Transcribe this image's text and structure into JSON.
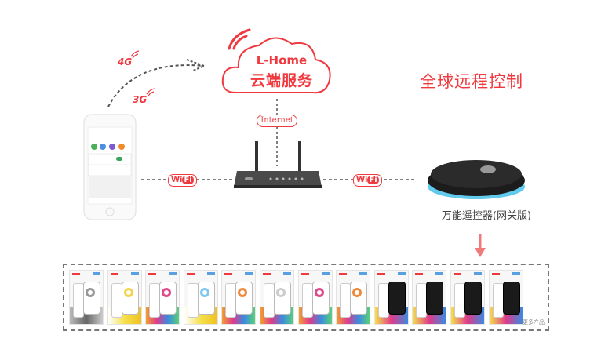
{
  "cloud": {
    "title": "L-Home",
    "subtitle": "云端服务"
  },
  "internet_label": "Internet",
  "headline": "全球远程控制",
  "mobile_networks": {
    "a": "4G",
    "b": "3G"
  },
  "wifi_badges": {
    "left": {
      "w": "W",
      "i": "i",
      "fi": "Fi"
    },
    "right": {
      "w": "W",
      "i": "i",
      "fi": "Fi"
    }
  },
  "gateway_label": "万能遥控器(网关版)",
  "products": {
    "more_label": "更多产品",
    "items": [
      {
        "theme": "gray",
        "ring": "#999999"
      },
      {
        "theme": "yellow",
        "ring": "#f5d34a"
      },
      {
        "theme": "rainbow",
        "ring": "#e04a8a"
      },
      {
        "theme": "yellow",
        "ring": "#7cc8f0"
      },
      {
        "theme": "rainbow",
        "ring": "#f08a3a"
      },
      {
        "theme": "rainbow",
        "ring": "#cccccc"
      },
      {
        "theme": "rainbow",
        "ring": "#e04a8a"
      },
      {
        "theme": "rainbow",
        "ring": "#f08a3a"
      },
      {
        "theme": "dark",
        "ring": "#222222"
      },
      {
        "theme": "dark",
        "ring": "#222222"
      },
      {
        "theme": "dark",
        "ring": "#222222"
      },
      {
        "theme": "dark",
        "ring": "#222222"
      }
    ]
  },
  "colors": {
    "accent": "#f0393f",
    "line": "#555555"
  }
}
